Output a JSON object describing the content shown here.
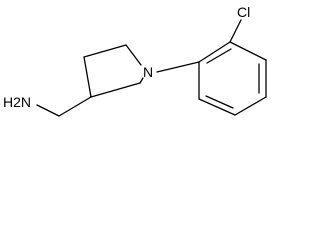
{
  "molecule": {
    "atoms": {
      "chlorine": "Cl",
      "nitrogen": "N",
      "amine": "H2N"
    }
  }
}
